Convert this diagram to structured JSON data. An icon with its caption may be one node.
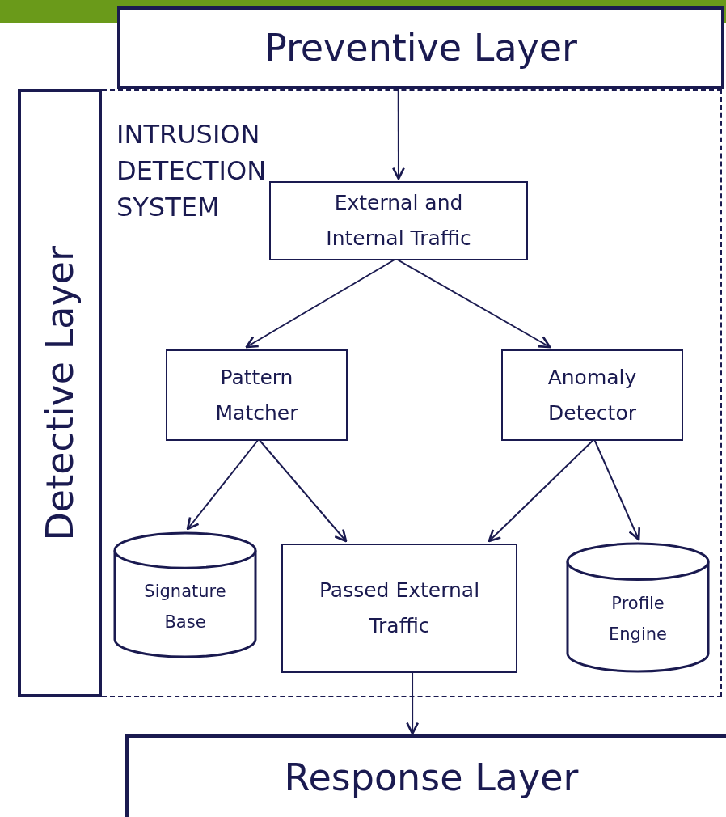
{
  "diagram": {
    "nodes": [
      {
        "text": [
          "Preventive Layer"
        ]
      },
      {
        "text": [
          "Detective Layer"
        ]
      },
      {
        "text": [
          "INTRUSION DETECTION SYSTEM"
        ]
      },
      {
        "text": [
          "External and Internal Traffic"
        ],
        "in": 2
      },
      {
        "text": [
          "Pattern Matcher"
        ],
        "in": 2
      },
      {
        "text": [
          "Anomaly Detector"
        ],
        "in": 2
      },
      {
        "text": [
          "Signature Base"
        ],
        "in": 2
      },
      {
        "text": [
          "Passed External Traffic"
        ],
        "in": 2
      },
      {
        "text": [
          "Profile Engine"
        ],
        "in": 2
      },
      {
        "text": [
          "Response Layer"
        ]
      }
    ],
    "edges": [
      {
        "from": 0,
        "to": 3,
        "arrow": "to"
      },
      {
        "from": 3,
        "to": 4,
        "arrow": "to"
      },
      {
        "from": 3,
        "to": 5,
        "arrow": "to"
      },
      {
        "from": 4,
        "to": 6,
        "arrow": "to"
      },
      {
        "from": 4,
        "to": 7,
        "arrow": "to"
      },
      {
        "from": 5,
        "to": 7,
        "arrow": "to"
      },
      {
        "from": 5,
        "to": 8,
        "arrow": "to"
      },
      {
        "from": 7,
        "to": 9,
        "arrow": "to"
      }
    ]
  }
}
